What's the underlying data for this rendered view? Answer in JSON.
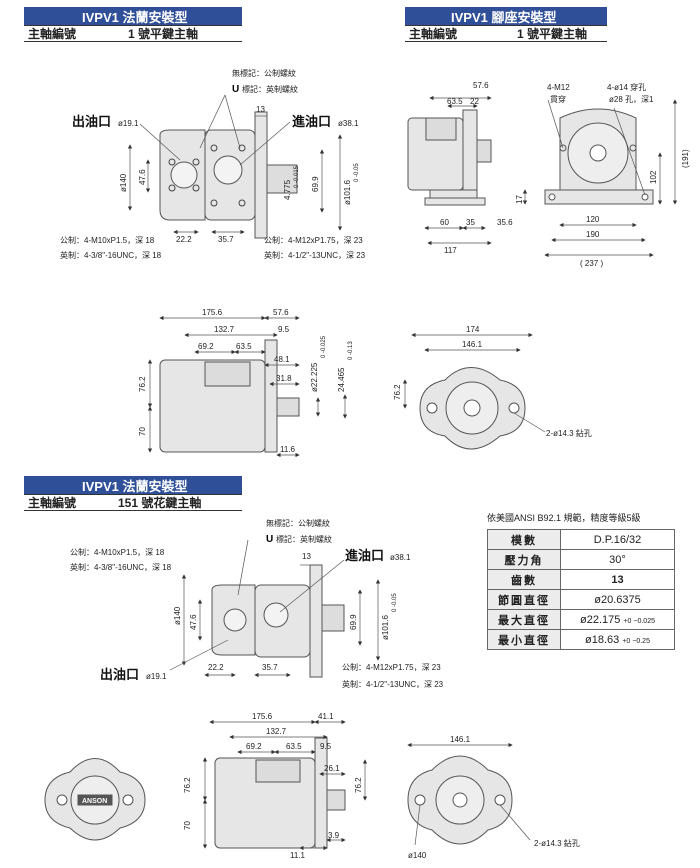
{
  "sections": [
    {
      "title": "IVPV1 法蘭安裝型",
      "shaft_label": "主軸編號",
      "shaft_value": "1 號平鍵主軸"
    },
    {
      "title": "IVPV1 腳座安裝型",
      "shaft_label": "主軸編號",
      "shaft_value": "1 號平鍵主軸"
    },
    {
      "title": "IVPV1 法蘭安裝型",
      "shaft_label": "主軸編號",
      "shaft_value": "151 號花鍵主軸"
    }
  ],
  "top_left": {
    "no_mark": "無標記：公制螺紋",
    "u_mark": "U",
    "u_text": "標記：英制螺紋",
    "inlet": "出油口",
    "inlet_size": "ø19.1",
    "outlet": "進油口",
    "outlet_size": "ø38.1",
    "dims": {
      "d13": "13",
      "d140": "ø140",
      "d47": "47.6",
      "d4775": "4.775",
      "d4775tol": "0 -0.015",
      "d699": "69.9",
      "d1016": "ø101.6",
      "d1016tol": "0 -0.05",
      "d222": "22.2",
      "d357": "35.7"
    },
    "metric_left": "公制：4-M10xP1.5，深 18",
    "inch_left": "英制：4-3/8\"-16UNC，深 18",
    "metric_right": "公制：4-M12xP1.75，深 23",
    "inch_right": "英制：4-1/2\"-13UNC，深 23"
  },
  "top_right": {
    "d576": "57.6",
    "d635": "63.5",
    "d22": "22",
    "m12": "4-M12",
    "through": "貫穿",
    "hole14": "4-ø14 穿孔",
    "spot": "ø28 孔，深1",
    "d17": "17",
    "d102": "102",
    "d191": "(191)",
    "d60": "60",
    "d35": "35",
    "d356": "35.6",
    "d117": "117",
    "d120": "120",
    "d190": "190",
    "d237": "( 237 )"
  },
  "mid_left": {
    "d1756": "175.6",
    "d576": "57.6",
    "d1327": "132.7",
    "d95": "9.5",
    "d692": "69.2",
    "d635": "63.5",
    "d481": "48.1",
    "d318": "31.8",
    "d22225": "ø22.225",
    "d22225tol": "0 -0.025",
    "d24465": "24.465",
    "d24465tol": "0 -0.13",
    "d762": "76.2",
    "d70": "70",
    "d116": "11.6"
  },
  "mid_right": {
    "d174": "174",
    "d1461": "146.1",
    "d762": "76.2",
    "holes": "2-ø14.3 鉆孔"
  },
  "bot_left": {
    "no_mark": "無標記：公制螺紋",
    "u_mark": "U",
    "u_text": "標記：英制螺紋",
    "metric_left": "公制：4-M10xP1.5，深 18",
    "inch_left": "英制：4-3/8\"-16UNC，深 18",
    "outlet": "進油口",
    "outlet_size": "ø38.1",
    "inlet": "出油口",
    "inlet_size": "ø19.1",
    "d13": "13",
    "d140": "ø140",
    "d476": "47.6",
    "d699": "69.9",
    "d1016": "ø101.6",
    "d1016tol": "0 -0.05",
    "d222": "22.2",
    "d357": "35.7",
    "metric_right": "公制：4-M12xP1.75，深 23",
    "inch_right": "英制：4-1/2\"-13UNC，深 23"
  },
  "bot_mid": {
    "brand": "ANSON",
    "d1756": "175.6",
    "d411": "41.1",
    "d1327": "132.7",
    "d692": "69.2",
    "d635": "63.5",
    "d95": "9.5",
    "d261": "26.1",
    "d762a": "76.2",
    "d762b": "76.2",
    "d70": "70",
    "d111": "11.1",
    "d39": "3.9"
  },
  "bot_right": {
    "d1461": "146.1",
    "holes": "2-ø14.3 鉆孔",
    "d140": "ø140"
  },
  "gear_table": {
    "caption": "依美國ANSI B92.1 規範，精度等級5級",
    "rows": [
      {
        "key": "模數",
        "value": "D.P.16/32"
      },
      {
        "key": "壓力角",
        "value": "30°"
      },
      {
        "key": "齒數",
        "value": "13"
      },
      {
        "key": "節圓直徑",
        "value": "ø20.6375"
      },
      {
        "key": "最大直徑",
        "value": "ø22.175",
        "tol": "+0 −0.025"
      },
      {
        "key": "最小直徑",
        "value": "ø18.63",
        "tol": "+0 −0.25"
      }
    ]
  }
}
